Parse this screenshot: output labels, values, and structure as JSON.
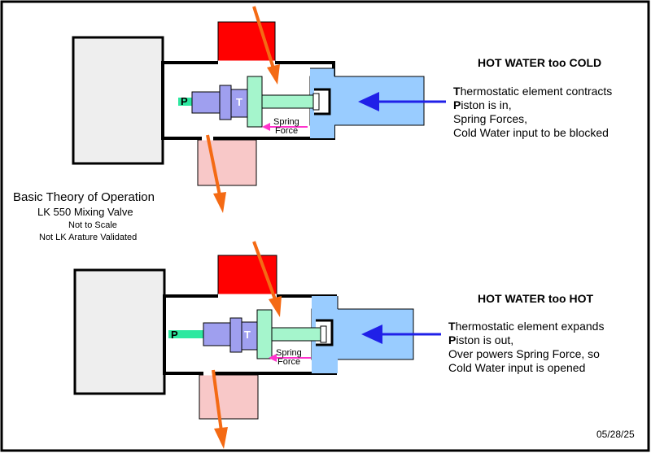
{
  "title_block": {
    "title": "Basic Theory of Operation",
    "subtitle": "LK 550 Mixing Valve",
    "note1": "Not to Scale",
    "note2": "Not LK Arature Validated"
  },
  "date": "05/28/25",
  "top_state": {
    "heading": "HOT WATER too COLD",
    "lines": [
      {
        "initial": "T",
        "rest": "hermostatic element contracts"
      },
      {
        "initial": "P",
        "rest": "iston is in,"
      },
      {
        "initial": "",
        "rest": "Spring Forces,"
      },
      {
        "initial": "",
        "rest": "Cold Water input to be blocked"
      }
    ],
    "piston_label": "P",
    "thermo_label": "T",
    "spring_label_1": "Spring",
    "spring_label_2": "Force"
  },
  "bottom_state": {
    "heading": "HOT WATER too HOT",
    "lines": [
      {
        "initial": "T",
        "rest": "hermostatic element expands"
      },
      {
        "initial": "P",
        "rest": "iston is out,"
      },
      {
        "initial": "",
        "rest": "Over powers Spring Force,  so"
      },
      {
        "initial": "",
        "rest": "Cold Water input is opened"
      }
    ],
    "piston_label": "P",
    "thermo_label": "T",
    "spring_label_1": "Spring",
    "spring_label_2": "Force"
  },
  "colors": {
    "hot_inlet": "#ff0000",
    "mixed_outlet": "#f8c8c8",
    "flow_arrow": "#f46a14",
    "cold_inlet": "#99ccff",
    "cold_arrow": "#2020e8",
    "spring_arrow": "#ff33cc",
    "thermo": "#9f9fef",
    "piston_rod": "#2ee8a0",
    "disc": "#a5f5cc",
    "body_gray": "#eeeeee"
  }
}
